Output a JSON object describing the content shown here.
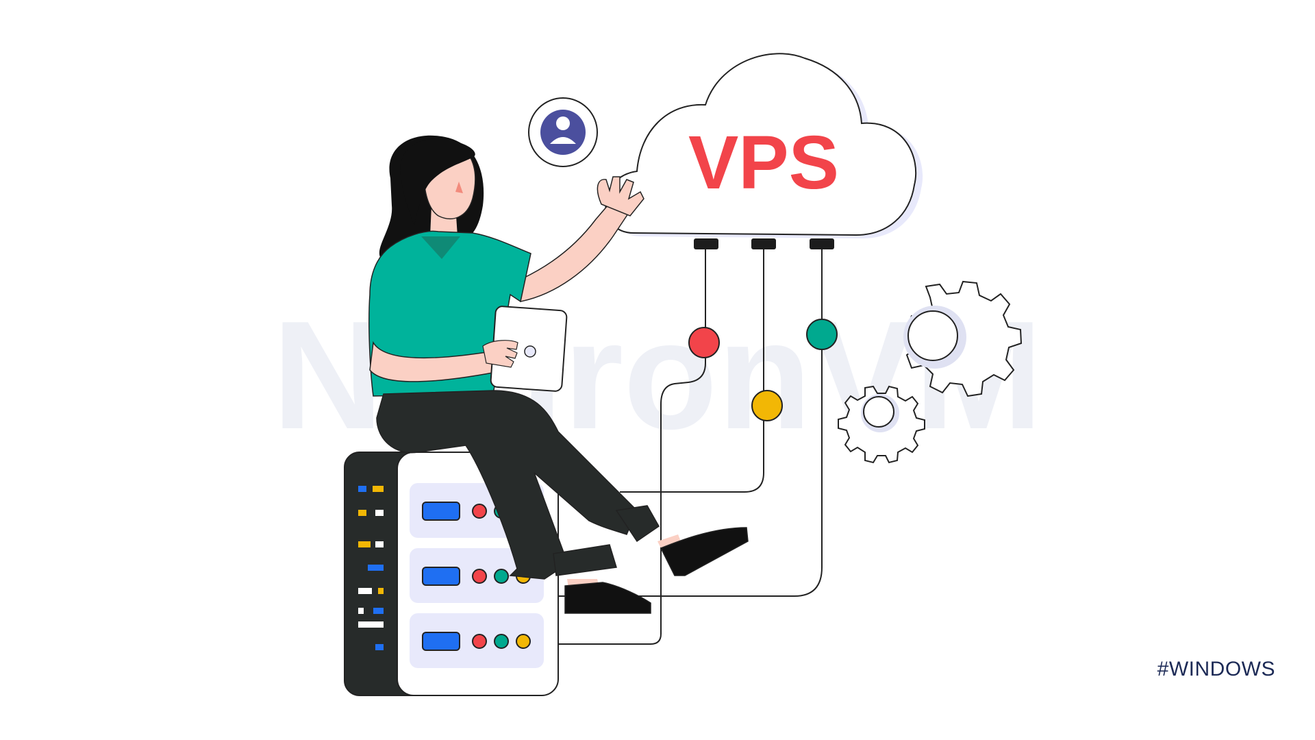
{
  "cloud": {
    "label": "VPS"
  },
  "watermark": {
    "text": "NeuronVM"
  },
  "hashtag": {
    "text": "#WINDOWS"
  },
  "colors": {
    "accent_red": "#f2444a",
    "teal": "#00a98f",
    "yellow": "#f2b705",
    "blue": "#1f6ff2",
    "dark": "#272b2a",
    "panel": "#e8e9fb",
    "avatar": "#4b4f9e",
    "hashtag": "#1c2a56"
  },
  "icons": [
    "user-avatar-icon",
    "gear-icon",
    "cloud-icon",
    "server-rack-icon",
    "tablet-icon"
  ]
}
